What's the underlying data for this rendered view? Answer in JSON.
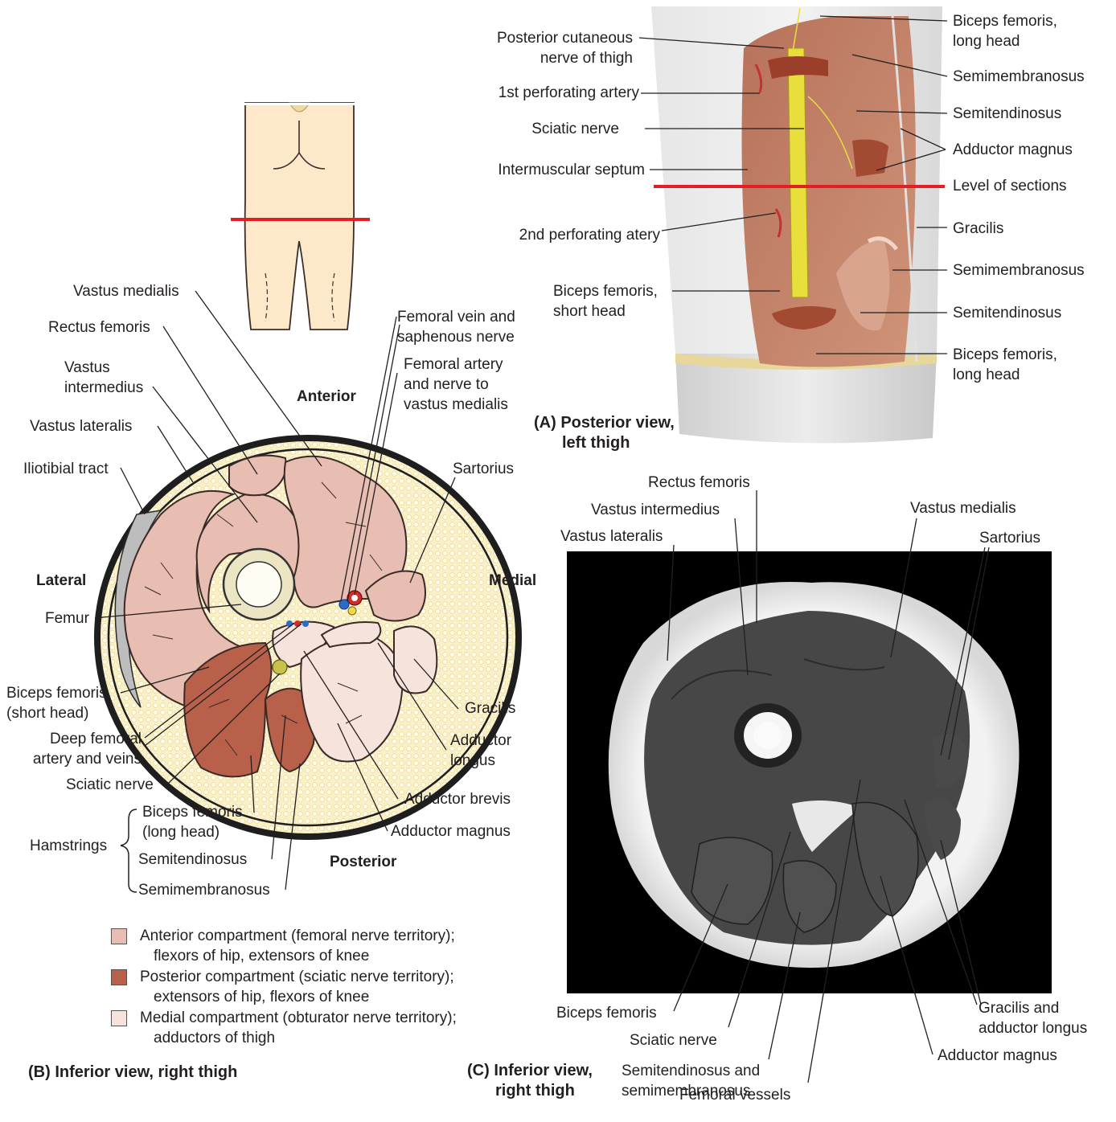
{
  "panel_a": {
    "caption_line1": "(A) Posterior view,",
    "caption_line2": "left thigh",
    "left_labels": [
      {
        "lines": [
          "Posterior cutaneous",
          "nerve of thigh"
        ]
      },
      {
        "lines": [
          "1st perforating artery"
        ]
      },
      {
        "lines": [
          "Sciatic nerve"
        ]
      },
      {
        "lines": [
          "Intermuscular septum"
        ]
      },
      {
        "lines": [
          "2nd perforating atery"
        ]
      },
      {
        "lines": [
          "Biceps femoris,",
          "short head"
        ]
      }
    ],
    "right_labels": [
      {
        "lines": [
          "Biceps femoris,",
          "long head"
        ]
      },
      {
        "lines": [
          "Semimembranosus"
        ]
      },
      {
        "lines": [
          "Semitendinosus"
        ]
      },
      {
        "lines": [
          "Adductor magnus"
        ]
      },
      {
        "lines": [
          "Level of sections"
        ]
      },
      {
        "lines": [
          "Gracilis"
        ]
      },
      {
        "lines": [
          "Semimembranosus"
        ]
      },
      {
        "lines": [
          "Semitendinosus"
        ]
      },
      {
        "lines": [
          "Biceps femoris,",
          "long head"
        ]
      }
    ]
  },
  "panel_b": {
    "caption": "(B) Inferior view, right thigh",
    "orientation": {
      "anterior": "Anterior",
      "posterior": "Posterior",
      "lateral": "Lateral",
      "medial": "Medial"
    },
    "left_labels": [
      {
        "lines": [
          "Vastus medialis"
        ]
      },
      {
        "lines": [
          "Rectus femoris"
        ]
      },
      {
        "lines": [
          "Vastus",
          "intermedius"
        ]
      },
      {
        "lines": [
          "Vastus lateralis"
        ]
      },
      {
        "lines": [
          "Iliotibial tract"
        ]
      },
      {
        "lines": [
          "Femur"
        ]
      },
      {
        "lines": [
          "Biceps femoris",
          "(short head)"
        ]
      },
      {
        "lines": [
          "Deep femoral",
          "artery and veins"
        ]
      },
      {
        "lines": [
          "Sciatic nerve"
        ]
      }
    ],
    "right_labels": [
      {
        "lines": [
          "Femoral vein and",
          "saphenous nerve"
        ]
      },
      {
        "lines": [
          "Femoral artery",
          "and nerve to",
          "vastus medialis"
        ]
      },
      {
        "lines": [
          "Sartorius"
        ]
      },
      {
        "lines": [
          "Gracilis"
        ]
      },
      {
        "lines": [
          "Adductor",
          "longus"
        ]
      },
      {
        "lines": [
          "Adductor brevis"
        ]
      },
      {
        "lines": [
          "Adductor magnus"
        ]
      }
    ],
    "hamstrings": {
      "group": "Hamstrings",
      "items": [
        {
          "lines": [
            "Biceps femoris",
            "(long head)"
          ]
        },
        {
          "lines": [
            "Semitendinosus"
          ]
        },
        {
          "lines": [
            "Semimembranosus"
          ]
        }
      ]
    },
    "key": [
      {
        "color": "#e8bdb2",
        "line1": "Anterior compartment (femoral nerve territory);",
        "line2": "flexors of hip, extensors of knee"
      },
      {
        "color": "#b8604a",
        "line1": "Posterior compartment (sciatic nerve territory);",
        "line2": "extensors of hip, flexors of knee"
      },
      {
        "color": "#f5e3dc",
        "line1": "Medial compartment (obturator nerve territory);",
        "line2": "adductors of thigh"
      }
    ]
  },
  "panel_c": {
    "caption_line1": "(C) Inferior view,",
    "caption_line2": "right thigh",
    "top_labels": [
      {
        "lines": [
          "Rectus femoris"
        ]
      },
      {
        "lines": [
          "Vastus intermedius"
        ]
      },
      {
        "lines": [
          "Vastus lateralis"
        ]
      },
      {
        "lines": [
          "Vastus medialis"
        ]
      },
      {
        "lines": [
          "Sartorius"
        ]
      }
    ],
    "bottom_labels": [
      {
        "lines": [
          "Biceps femoris"
        ]
      },
      {
        "lines": [
          "Sciatic nerve"
        ]
      },
      {
        "lines": [
          "Semitendinosus and",
          "semimembranosus"
        ]
      },
      {
        "lines": [
          "Femoral vessels"
        ]
      },
      {
        "lines": [
          "Gracilis and",
          "adductor longus"
        ]
      },
      {
        "lines": [
          "Adductor magnus"
        ]
      }
    ]
  }
}
